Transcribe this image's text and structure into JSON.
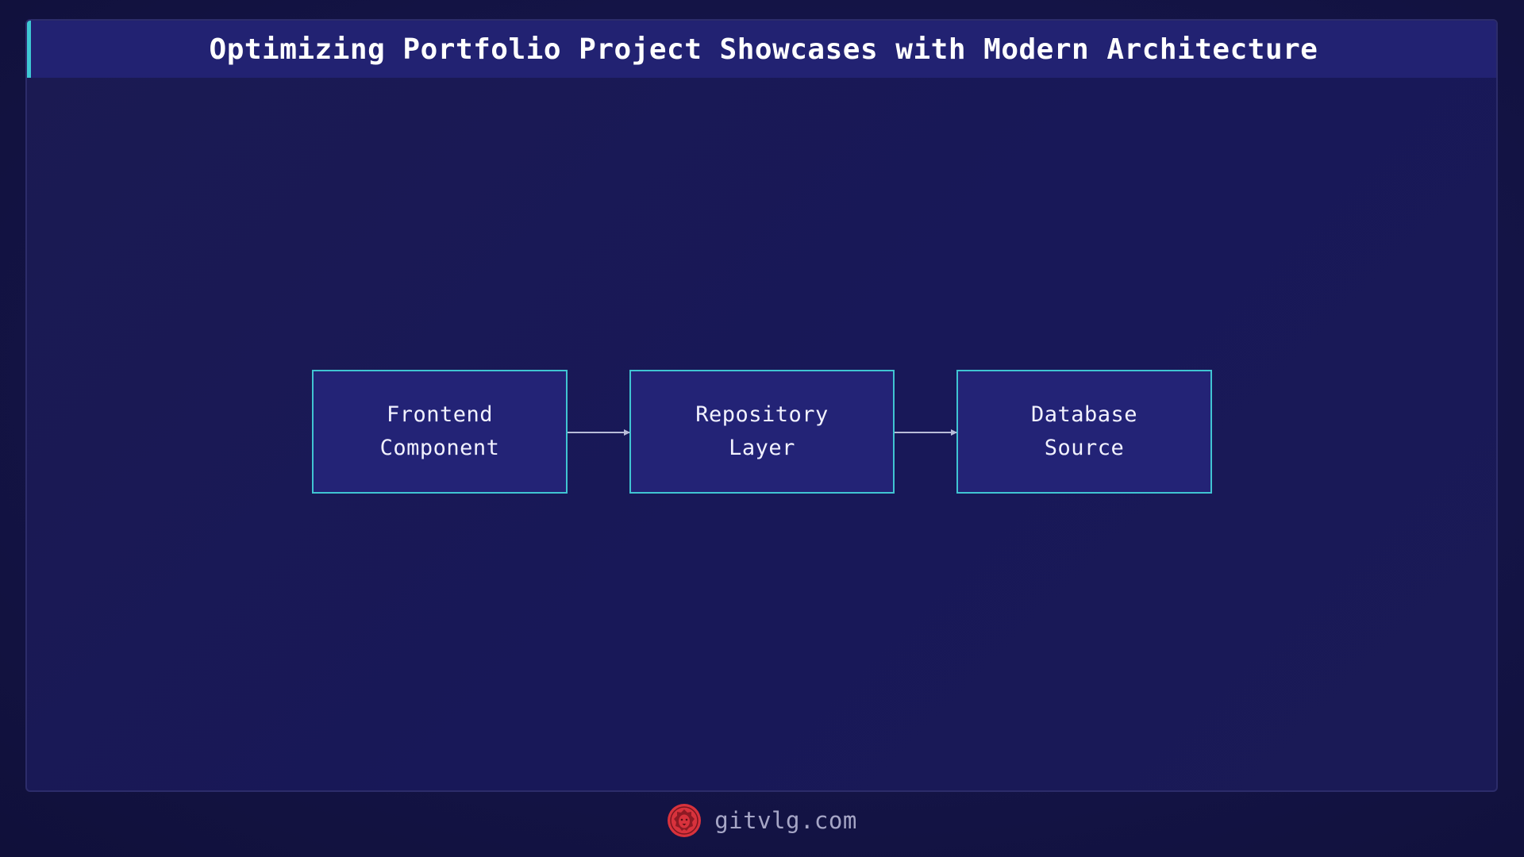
{
  "header": {
    "title": "Optimizing Portfolio Project Showcases with Modern Architecture"
  },
  "diagram": {
    "nodes": [
      {
        "id": "frontend",
        "label": "Frontend\nComponent"
      },
      {
        "id": "repository",
        "label": "Repository\nLayer"
      },
      {
        "id": "database",
        "label": "Database\nSource"
      }
    ],
    "edges": [
      {
        "from": "frontend",
        "to": "repository"
      },
      {
        "from": "repository",
        "to": "database"
      }
    ]
  },
  "footer": {
    "logo_icon": "lion-logo-icon",
    "site": "gitvlg.com"
  },
  "colors": {
    "background": "#15154a",
    "title_bar": "#222272",
    "accent": "#3ec8d4",
    "node_fill": "#232376",
    "node_border": "#40c4d2",
    "edge": "#b8bcd8",
    "logo": "#d8323c"
  }
}
